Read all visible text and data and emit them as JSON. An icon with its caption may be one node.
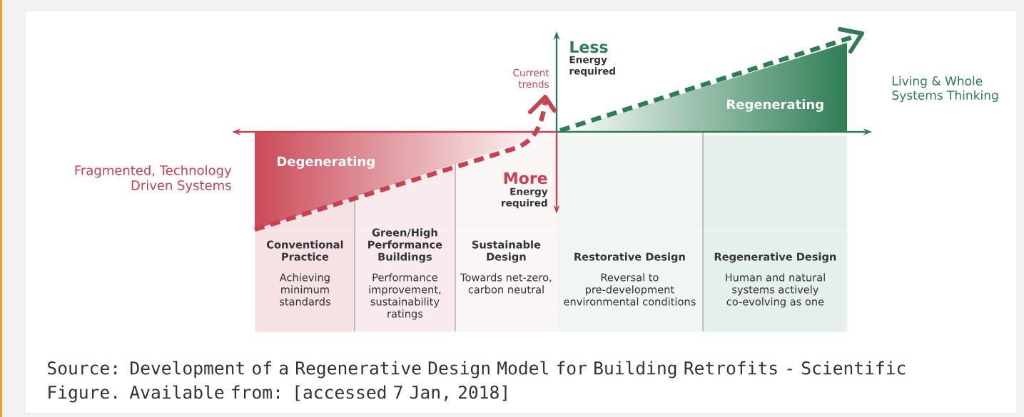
{
  "diagram": {
    "caption": "Source: Development of a Regenerative Design Model for Building Retrofits - Scientific Figure. Available from: [accessed 7 Jan, 2018]",
    "nodes": [
      {
        "text": [
          "Degenerating"
        ]
      },
      {
        "text": [
          "Regenerating"
        ]
      },
      {
        "text": [
          "Conventional Practice",
          "Achieving minimum standards"
        ]
      },
      {
        "text": [
          "Green/High Performance Buildings",
          "Performance improvement, sustainability ratings"
        ]
      },
      {
        "text": [
          "Sustainable Design",
          "Towards net-zero, carbon neutral"
        ]
      },
      {
        "text": [
          "Restorative Design",
          "Reversal to pre-development environmental conditions"
        ]
      },
      {
        "text": [
          "Regenerative Design",
          "Human and natural systems actively co-evolving as one"
        ]
      }
    ],
    "labels": [
      "Less",
      "Energy required",
      "Current trends",
      "Living & Whole Systems Thinking",
      "Fragmented, Technology Driven Systems",
      "More",
      "Energy required"
    ]
  }
}
